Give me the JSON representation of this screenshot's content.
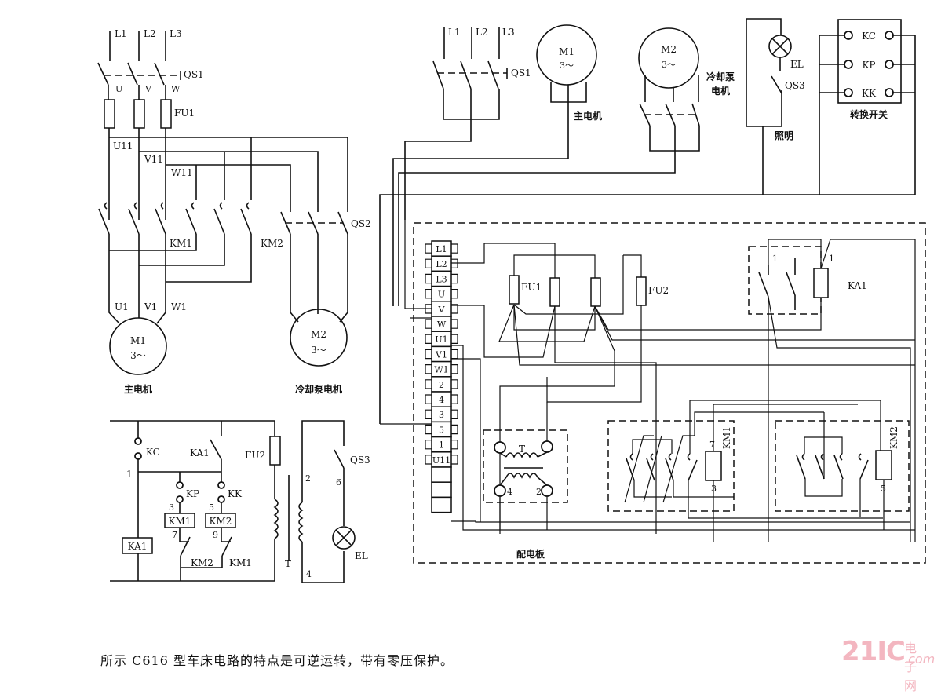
{
  "caption": "所示 C616 型车床电路的特点是可逆运转，带有零压保护。",
  "watermark": {
    "brand": "21IC",
    "cn": "电子网",
    "domain": ".com"
  },
  "schematic": {
    "supply": [
      "L1",
      "L2",
      "L3"
    ],
    "main_switch": "QS1",
    "phases": [
      "U",
      "V",
      "W"
    ],
    "fuse_main": "FU1",
    "buses": [
      "U11",
      "V11",
      "W11"
    ],
    "contactor_fwd": "KM1",
    "contactor_rev": "KM2",
    "pump_switch": "QS2",
    "motor_terms": [
      "U1",
      "V1",
      "W1"
    ],
    "motor1": {
      "name": "M1",
      "type": "3～",
      "label": "主电机"
    },
    "motor2": {
      "name": "M2",
      "type": "3～",
      "label": "冷却泵电机"
    }
  },
  "control": {
    "kc": "KC",
    "ka1": "KA1",
    "kp": "KP",
    "kk": "KK",
    "km1": "KM1",
    "km2": "KM2",
    "fu2": "FU2",
    "qs3": "QS3",
    "el": "EL",
    "t": "T",
    "nodes": [
      "1",
      "3",
      "5",
      "7",
      "9",
      "2",
      "6",
      "4"
    ]
  },
  "wiring": {
    "supply": [
      "L1",
      "L2",
      "L3"
    ],
    "qs1": "QS1",
    "m1": {
      "name": "M1",
      "type": "3～",
      "label": "主电机"
    },
    "m2": {
      "name": "M2",
      "type": "3～",
      "label": "冷却泵电机"
    },
    "light": {
      "el": "EL",
      "qs3": "QS3",
      "label": "照明"
    },
    "selector": {
      "items": [
        "KC",
        "KP",
        "KK"
      ],
      "label": "转换开关"
    },
    "board": {
      "label": "配电板",
      "terminals": [
        "L1",
        "L2",
        "L3",
        "U",
        "V",
        "W",
        "U1",
        "V1",
        "W1",
        "2",
        "4",
        "3",
        "5",
        "1",
        "U11",
        "",
        "",
        ""
      ],
      "fu1": "FU1",
      "fu2": "FU2",
      "ka1": "KA1",
      "ka1_pins": [
        "1",
        "1"
      ],
      "t": "T",
      "t_pins": [
        "4",
        "2"
      ],
      "km1": "KM1",
      "km1_pins": [
        "7",
        "3"
      ],
      "km2": "KM2",
      "km2_pins": [
        "5"
      ]
    }
  }
}
